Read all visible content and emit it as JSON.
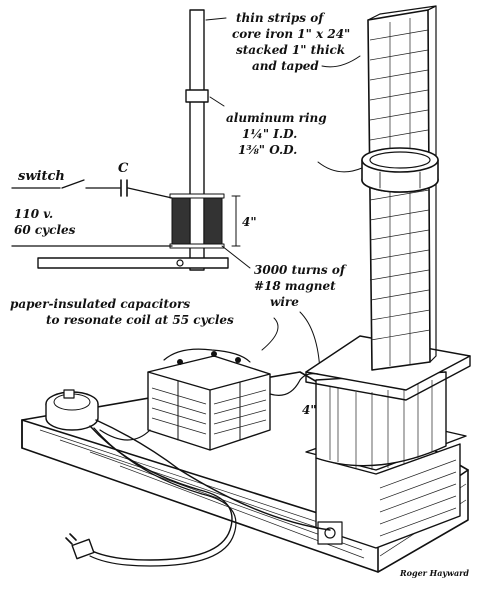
{
  "labels": {
    "core_line1": "thin strips of",
    "core_line2": "core iron  1\" x 24\"",
    "core_line3": "stacked 1\" thick",
    "core_line4": "and taped",
    "ring_line1": "aluminum ring",
    "ring_line2": "1¼\"  I.D.",
    "ring_line3": "1⅜\"  O.D.",
    "switch": "switch",
    "capacitor": "C",
    "supply_line1": "110 v.",
    "supply_line2": "60 cycles",
    "dim_4": "4\"",
    "turns_line1": "3000 turns of",
    "turns_line2": "#18 magnet",
    "turns_line3": "wire",
    "caps_line1": "paper-insulated capacitors",
    "caps_line2": "to resonate coil at 55 cycles",
    "coil_dim": "4\"",
    "signature": "Roger Hayward"
  }
}
